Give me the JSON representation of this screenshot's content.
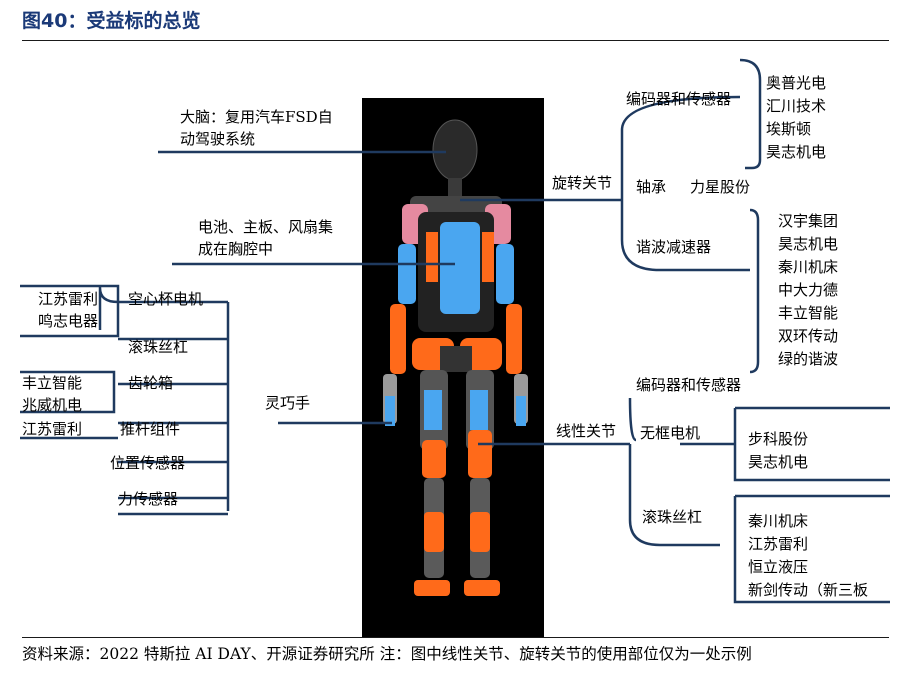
{
  "figure_title": "图40：受益标的总览",
  "labels": {
    "brain_line1": "大脑：复用汽车FSD自",
    "brain_line2": "动驾驶系统",
    "battery_line1": "电池、主板、风扇集",
    "battery_line2": "成在胸腔中",
    "rotary_joint": "旋转关节",
    "encoder_top": "编码器和传感器",
    "bearing": "轴承",
    "harmonic_reducer": "谐波减速器",
    "linear_joint": "线性关节",
    "encoder_bottom": "编码器和传感器",
    "frameless_motor": "无框电机",
    "ballscrew_linear": "滚珠丝杠",
    "dexterous_hand": "灵巧手",
    "coreless_motor": "空心杯电机",
    "ballscrew_hand": "滚珠丝杠",
    "gearbox": "齿轮箱",
    "pushrod": "推杆组件",
    "position_sensor": "位置传感器",
    "force_sensor": "力传感器"
  },
  "companies": {
    "encoder_top": [
      "奥普光电",
      "汇川技术",
      "埃斯顿",
      "昊志机电"
    ],
    "bearing": "力星股份",
    "harmonic_reducer": [
      "汉宇集团",
      "昊志机电",
      "秦川机床",
      "中大力德",
      "丰立智能",
      "双环传动",
      "绿的谐波"
    ],
    "frameless_motor": [
      "步科股份",
      "昊志机电"
    ],
    "ballscrew_linear": [
      "秦川机床",
      "江苏雷利",
      "恒立液压",
      "新剑传动（新三板"
    ],
    "coreless_motor": [
      "江苏雷利",
      "鸣志电器"
    ],
    "gearbox": [
      "丰立智能",
      "兆威机电"
    ],
    "pushrod": "江苏雷利"
  },
  "source_note": "资料来源：2022 特斯拉 AI DAY、开源证券研究所 注：图中线性关节、旋转关节的使用部位仅为一处示例",
  "colors": {
    "title_blue": "#1b3a78",
    "line_navy": "#1f3a5f",
    "robot_orange": "#ff6a1a",
    "robot_blue": "#4aa6f0",
    "background_black": "#000000"
  }
}
